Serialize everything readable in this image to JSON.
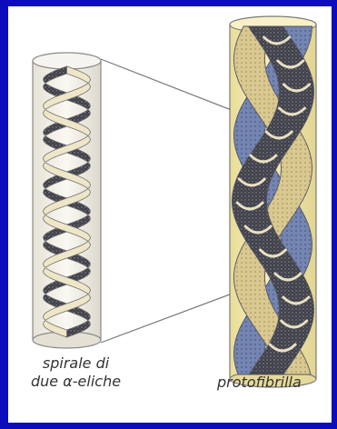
{
  "captions": {
    "left_line1": "spirale di",
    "left_line2": "due α-eliche",
    "right": "protofibrilla"
  },
  "colors": {
    "border": "#0c0cbd",
    "background": "#ffffff",
    "cylinder_outline": "#7a7a7a",
    "left_cylinder_fill": "#f3f0e4",
    "protofibril_fill": "#f4ecb0",
    "helix_cream": "#efe4c4",
    "helix_dark": "#4a4a55",
    "helix_blue": "#7f8fb8",
    "text": "#333333"
  },
  "icons": {
    "left": "alpha-helix-pair-cylinder",
    "right": "protofibril-cylinder"
  }
}
